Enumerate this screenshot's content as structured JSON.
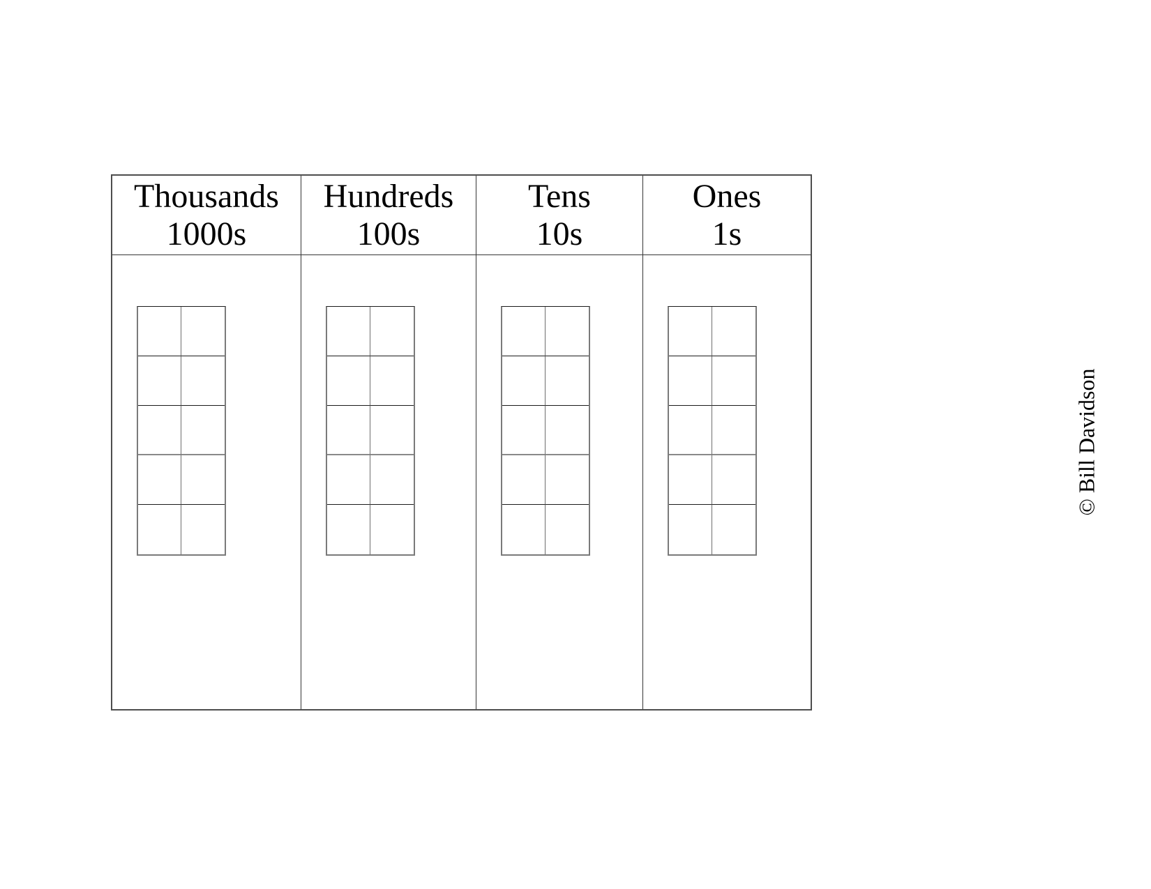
{
  "chart": {
    "type": "place-value-chart",
    "columns": [
      {
        "id": "thousands",
        "label": "Thousands",
        "sublabel": "1000s"
      },
      {
        "id": "hundreds",
        "label": "Hundreds",
        "sublabel": "100s"
      },
      {
        "id": "tens",
        "label": "Tens",
        "sublabel": "10s"
      },
      {
        "id": "ones",
        "label": "Ones",
        "sublabel": "1s"
      }
    ],
    "ten_frame": {
      "rows": 5,
      "cols": 2,
      "filled_counters": 0
    }
  },
  "copyright": "© Bill Davidson",
  "colors": {
    "background": "#ffffff",
    "table_border": "#4d4d4d",
    "grid_line_dark": "#1a1a1a",
    "grid_line_gray": "#8a8a8a",
    "text": "#000000"
  }
}
